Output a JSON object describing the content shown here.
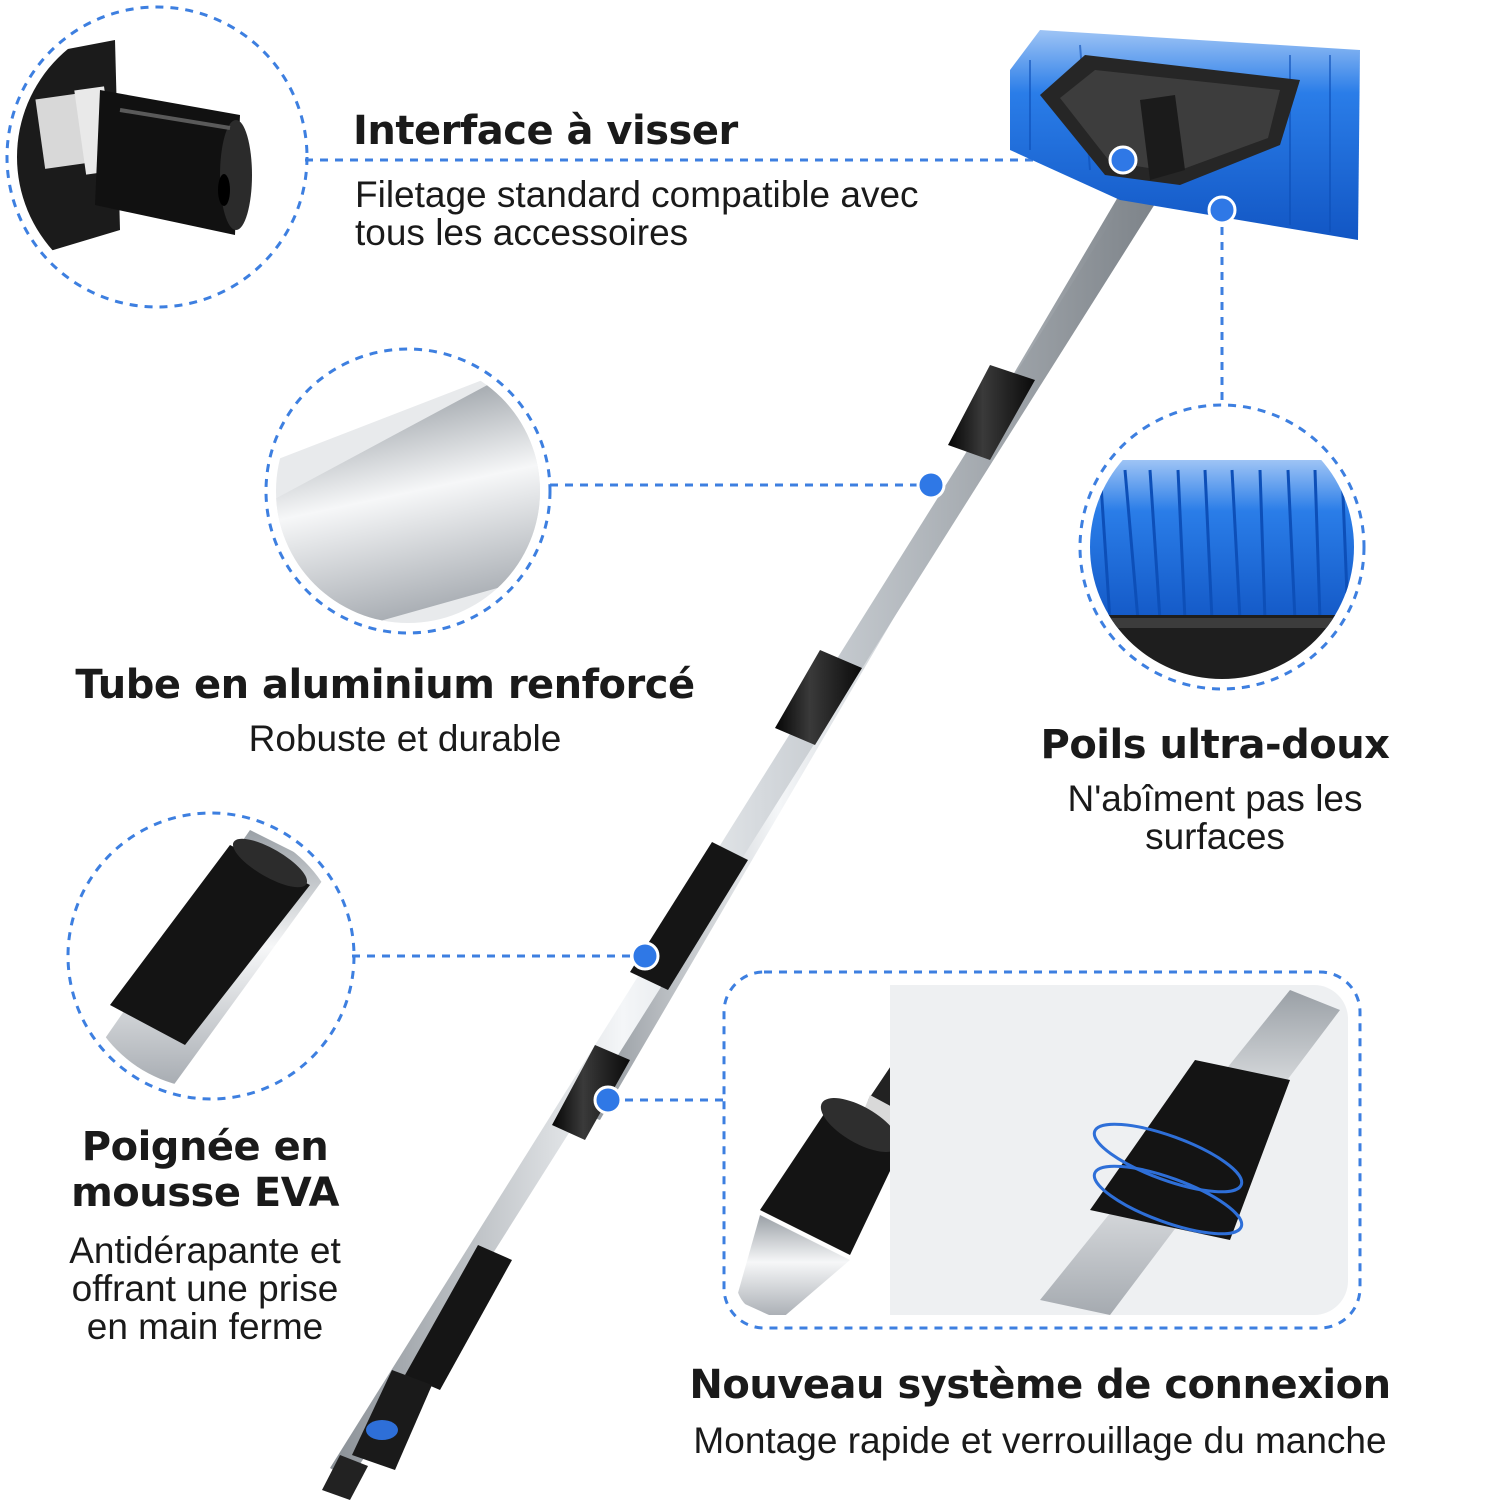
{
  "colors": {
    "accent": "#3d7fe0",
    "bristle_blue": "#1f6fe6",
    "handle_black": "#141414",
    "aluminium": "#c9cdd2"
  },
  "features": {
    "screw": {
      "title": "Interface à visser",
      "desc_line1": "Filetage standard compatible avec",
      "desc_line2": "tous les accessoires"
    },
    "tube": {
      "title": "Tube en aluminium renforcé",
      "desc_line1": "Robuste et durable"
    },
    "bristles": {
      "title": "Poils ultra-doux",
      "desc_line1": "N'abîment pas les",
      "desc_line2": "surfaces"
    },
    "grip": {
      "title_line1": "Poignée en",
      "title_line2": "mousse EVA",
      "desc_line1": "Antidérapante et",
      "desc_line2": "offrant une prise",
      "desc_line3": "en main ferme"
    },
    "connection": {
      "title": "Nouveau système de connexion",
      "desc_line1": "Montage rapide et verrouillage du manche"
    }
  }
}
